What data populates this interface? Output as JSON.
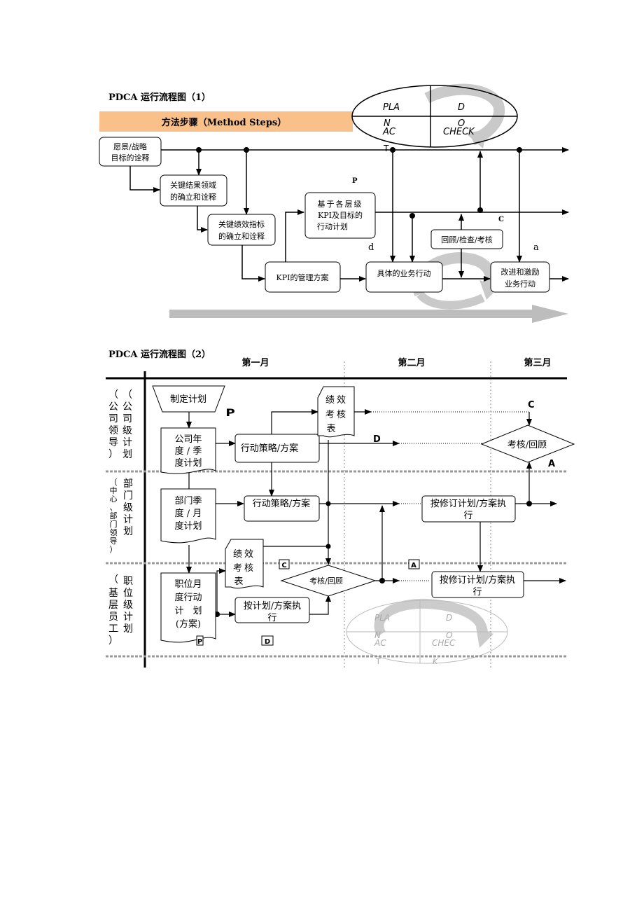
{
  "diagram1": {
    "title": "PDCA 运行流程图（1）",
    "banner": "方法步骤（Method Steps）",
    "pdca": {
      "plan_1": "PLA",
      "plan_2": "N",
      "do_1": "D",
      "do_2": "O",
      "act_1": "AC",
      "act_2": "T",
      "check": "CHECK"
    },
    "boxes": {
      "vision_1": "愿景/战略",
      "vision_2": "目标的诠释",
      "kra_1": "关键结果领域",
      "kra_2": "的确立和诠释",
      "kpi_1": "关键绩效指标",
      "kpi_2": "的确立和诠释",
      "plan_1": "基于各层级",
      "plan_2": "KPI及目标的",
      "plan_3": "行动计划",
      "mgmt": "KPI的管理方案",
      "action": "具体的业务行动",
      "review": "回顾/检查/考核",
      "improve_1": "改进和激励",
      "improve_2": "业务行动"
    },
    "letters": {
      "p": "P",
      "c": "C",
      "d": "d",
      "a": "a"
    }
  },
  "diagram2": {
    "title": "PDCA 运行流程图（2）",
    "months": {
      "m1": "第一月",
      "m2": "第二月",
      "m3": "第三月"
    },
    "lanes": {
      "company": [
        "（",
        "公",
        "司",
        "级",
        "计",
        "划"
      ],
      "company_sub": [
        "（",
        "公",
        "司",
        "领",
        "导",
        "）"
      ],
      "dept": [
        "部",
        "门",
        "级",
        "计",
        "划"
      ],
      "dept_sub": [
        "（",
        "中",
        "心",
        "、",
        "部",
        "门",
        "领",
        "导",
        "）"
      ],
      "job": [
        "（",
        "职",
        "位",
        "级",
        "计",
        "划"
      ],
      "job_sub": [
        "基",
        "层",
        "员",
        "工",
        "）"
      ]
    },
    "boxes": {
      "make_plan": "制定计划",
      "company_plan": [
        "公司年",
        "度 / 季",
        "度计划"
      ],
      "strategy1": "行动策略/方案",
      "perf_form1": [
        "绩效",
        "考核",
        "表"
      ],
      "review_big": "考核/回顾",
      "dept_plan": [
        "部门季",
        "度 / 月",
        "度计划"
      ],
      "strategy2": "行动策略/方案",
      "exec_revised1": [
        "按修订计划/方案执",
        "行"
      ],
      "perf_form2": [
        "绩效",
        "考核",
        "表"
      ],
      "review_small": "考核/回顾",
      "job_plan": [
        "职位月",
        "度行动",
        "计　划",
        "(方案)"
      ],
      "exec_plan": [
        "按计划/方案执",
        "行"
      ],
      "exec_revised2": [
        "按修订计划/方案执",
        "行"
      ]
    },
    "letters": {
      "p1": "P",
      "c1": "C",
      "d1": "D",
      "a1": "A",
      "c2": "C",
      "a2": "A",
      "p2": "P",
      "d2": "D"
    },
    "pdca": {
      "plan_1": "PLA",
      "plan_2": "N",
      "do_1": "D",
      "do_2": "O",
      "act_1": "AC",
      "act_2": "T",
      "check_1": "CHEC",
      "check_2": "K"
    }
  }
}
